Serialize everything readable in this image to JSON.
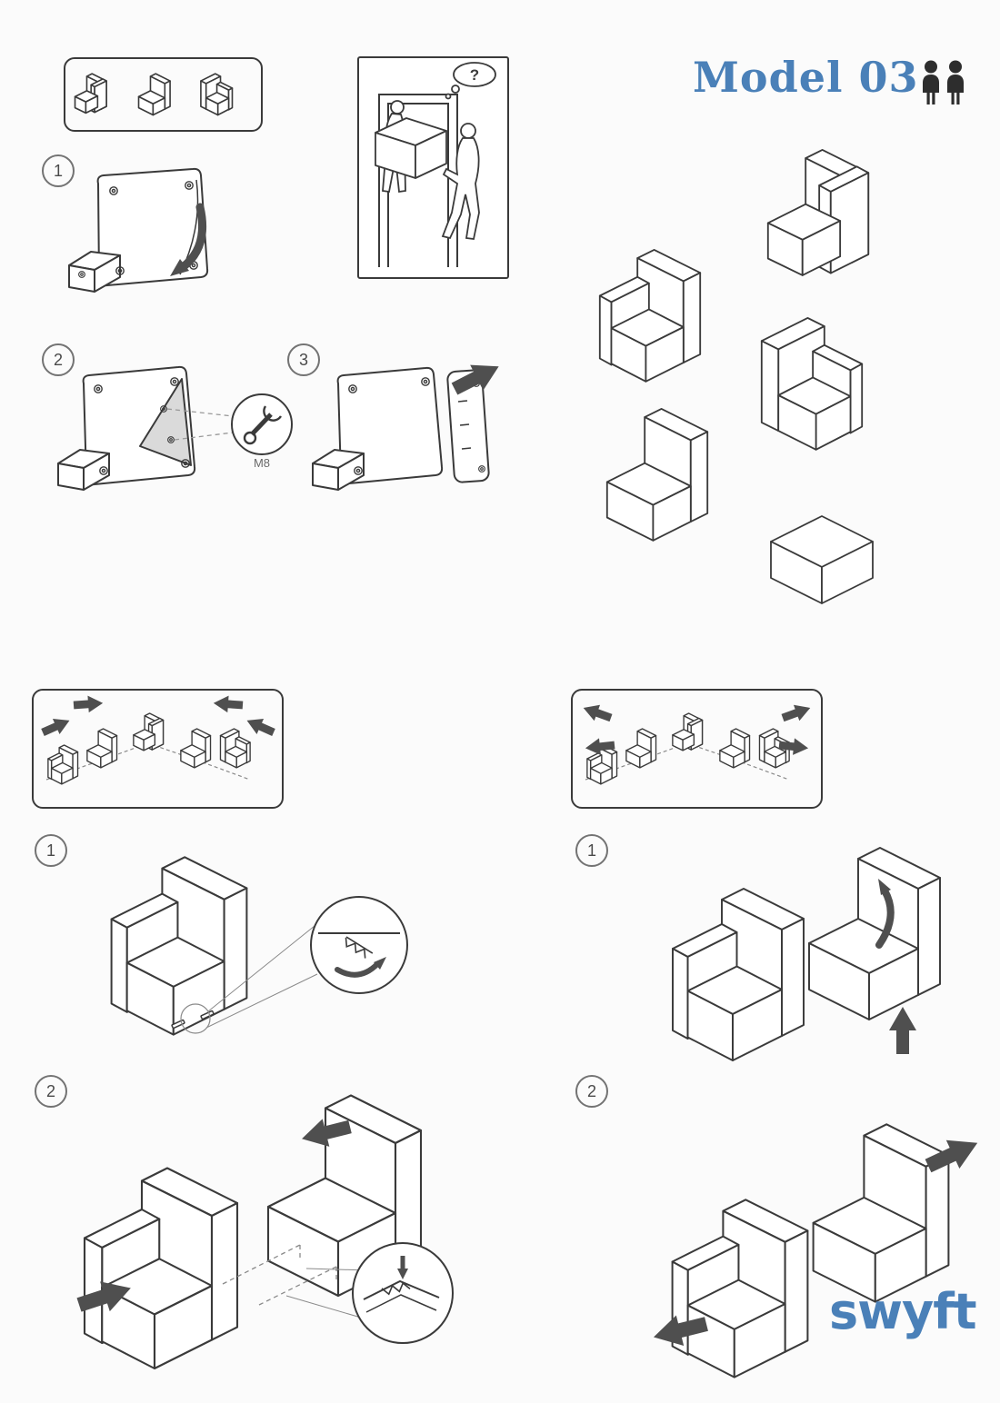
{
  "document": {
    "product": "Model 03",
    "brand": "swyft"
  },
  "icons": {
    "capacity": "two-person-icon"
  },
  "colors": {
    "brand_blue": "#4a80b8",
    "line": "#3a3a3a",
    "arrow": "#4f4f4f",
    "flap_shade": "#dadada"
  },
  "unpack_steps": [
    {
      "number": "1"
    },
    {
      "number": "2",
      "bolt_label": "M8"
    },
    {
      "number": "3"
    }
  ],
  "doorway": {
    "thought": "?"
  },
  "left_guide": {
    "steps": [
      {
        "number": "1"
      },
      {
        "number": "2"
      }
    ]
  },
  "right_guide": {
    "steps": [
      {
        "number": "1"
      },
      {
        "number": "2"
      }
    ]
  }
}
